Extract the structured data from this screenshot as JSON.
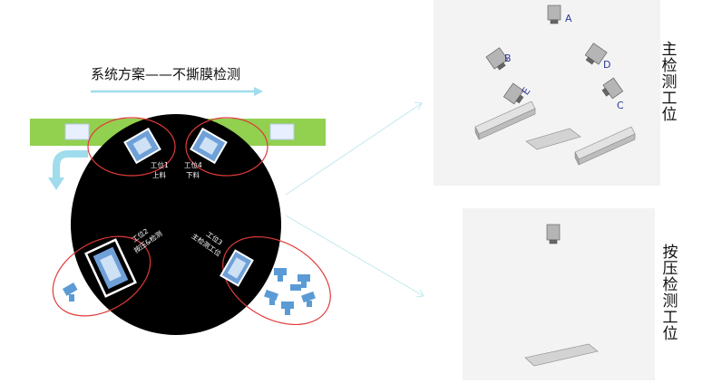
{
  "title": "系统方案——不撕膜检测",
  "stations": {
    "s1": {
      "name": "工位1",
      "task": "上料"
    },
    "s4": {
      "name": "工位4",
      "task": "下料"
    },
    "s2": {
      "name": "工位2",
      "task": "按压&检测"
    },
    "s3": {
      "name": "工位3",
      "task": "主检测工位"
    }
  },
  "main_panel": {
    "label": "主检测工位",
    "cameras": [
      "A",
      "B",
      "C",
      "D",
      "E"
    ]
  },
  "press_panel": {
    "label": "按压检测工位"
  },
  "colors": {
    "conveyor": "#92d050",
    "arrow": "#9fdcec",
    "table": "#000000",
    "fixture": "#6fa0d8",
    "camera": "#5b9bd5",
    "circle": "#e03a3a",
    "panel": "#f3f3f3"
  }
}
